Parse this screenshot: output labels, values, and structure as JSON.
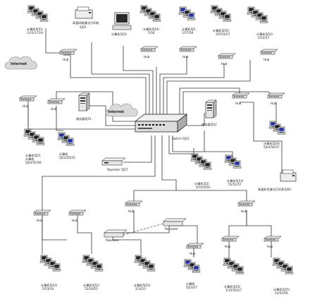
{
  "colors": {
    "line": "#333333",
    "hub_fill": "#eeeeee",
    "switch_fill": "#dcdcdc",
    "monitor_dark": "#2a2a2a",
    "monitor_blue": "#1b2fb0",
    "cloud": "#d9d9d9"
  },
  "icons": {
    "workstation_group": "workstation-cluster-icon",
    "hub": "hub-icon",
    "server": "server-tower-icon",
    "cloud": "internet-cloud-icon",
    "printer": "printer-icon",
    "switch": "core-switch-icon",
    "repeater": "repeater-icon"
  },
  "labels": {
    "computers": [
      "计算机5J51/\n1/15/17/19",
      "计算机5J54/\n5/56",
      "计算机5J5\n1/57/59",
      "计算机5J55/\n3/5/54/57",
      "计算机5J52/\n5/52/57",
      "计算机5J51\n计算机\n5J54/55/56",
      "计算机\n5J52/55/53",
      "计算机5J54/\n5J54/56/57",
      "计算机5J5/\n5/5/55/56",
      "计算机5J53/\n55/52/57",
      "计算机5J53/\n5/53/54",
      "计算机5J52/\n53/54/55",
      "计算机5J53/\n2/3/2/3",
      "计算机\n5J53/57",
      "计算机5J53/\n1/15/55/57",
      "计算机5J55/\n53/55/56"
    ],
    "top_printer": "高速网络激光打印机\n5J5A",
    "top_computer": "计算机5J5A",
    "bottom_printer": "高速彩色激光打印机5J64",
    "server_left": "服务器5J51",
    "server_right": "服务器5J52",
    "switch": "Switch 5J53",
    "repeater_center": "Repeater 5J57",
    "repeater_mid": "Repeater",
    "repeater_left": "Repeater",
    "hub": "Hub",
    "internet_left": "Internet",
    "internet_center": "Internet"
  }
}
